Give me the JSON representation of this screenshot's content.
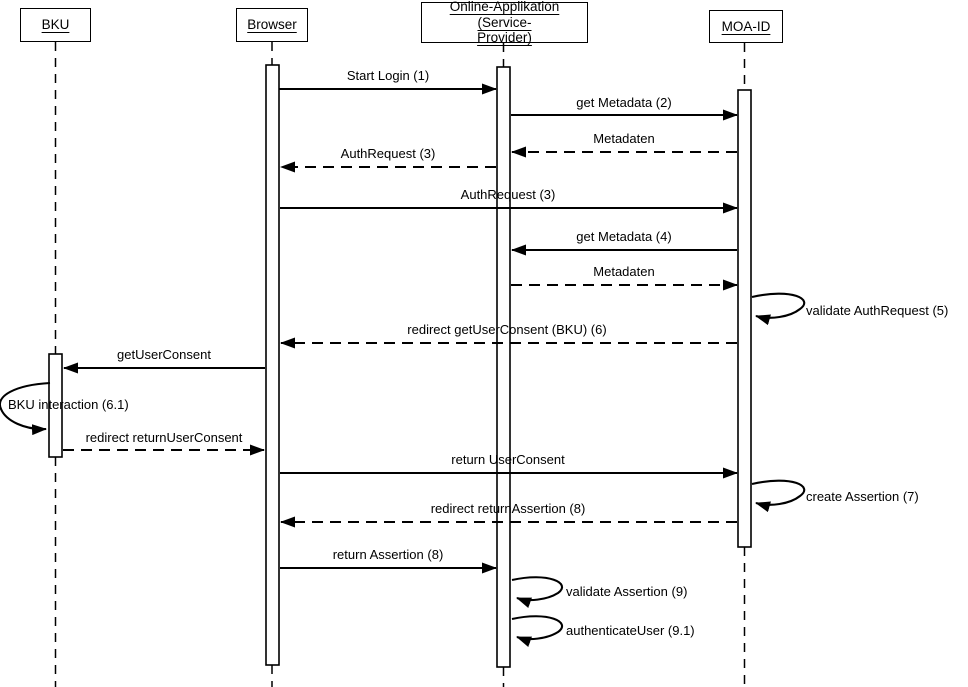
{
  "diagram": {
    "type": "uml-sequence",
    "colors": {
      "line": "#000000",
      "background": "#ffffff"
    },
    "actors": [
      {
        "id": "bku",
        "label": "BKU"
      },
      {
        "id": "browser",
        "label": "Browser"
      },
      {
        "id": "online-app",
        "label": "Online-Applikation (Service-\nProvider)"
      },
      {
        "id": "moa-id",
        "label": "MOA-ID"
      }
    ],
    "messages": [
      {
        "from": "browser",
        "to": "online-app",
        "style": "solid",
        "label": "Start Login (1)"
      },
      {
        "from": "online-app",
        "to": "moa-id",
        "style": "solid",
        "label": "get Metadata (2)"
      },
      {
        "from": "moa-id",
        "to": "online-app",
        "style": "dashed",
        "label": "Metadaten"
      },
      {
        "from": "online-app",
        "to": "browser",
        "style": "dashed",
        "label": "AuthRequest (3)"
      },
      {
        "from": "browser",
        "to": "moa-id",
        "style": "solid",
        "label": "AuthRequest (3)"
      },
      {
        "from": "moa-id",
        "to": "online-app",
        "style": "solid",
        "label": "get Metadata (4)"
      },
      {
        "from": "online-app",
        "to": "moa-id",
        "style": "dashed",
        "label": "Metadaten"
      },
      {
        "from": "moa-id",
        "to": "moa-id",
        "style": "self",
        "label": "validate AuthRequest (5)"
      },
      {
        "from": "moa-id",
        "to": "browser",
        "style": "dashed",
        "label": "redirect getUserConsent (BKU) (6)"
      },
      {
        "from": "browser",
        "to": "bku",
        "style": "solid",
        "label": "getUserConsent"
      },
      {
        "from": "bku",
        "to": "bku",
        "style": "self",
        "label": "BKU interaction (6.1)"
      },
      {
        "from": "bku",
        "to": "browser",
        "style": "dashed",
        "label": "redirect returnUserConsent"
      },
      {
        "from": "browser",
        "to": "moa-id",
        "style": "solid",
        "label": "return UserConsent"
      },
      {
        "from": "moa-id",
        "to": "moa-id",
        "style": "self",
        "label": "create Assertion (7)"
      },
      {
        "from": "moa-id",
        "to": "browser",
        "style": "dashed",
        "label": "redirect returnAssertion (8)"
      },
      {
        "from": "browser",
        "to": "online-app",
        "style": "solid",
        "label": "return Assertion (8)"
      },
      {
        "from": "online-app",
        "to": "online-app",
        "style": "self",
        "label": "validate Assertion (9)"
      },
      {
        "from": "online-app",
        "to": "online-app",
        "style": "self",
        "label": "authenticateUser (9.1)"
      }
    ]
  }
}
